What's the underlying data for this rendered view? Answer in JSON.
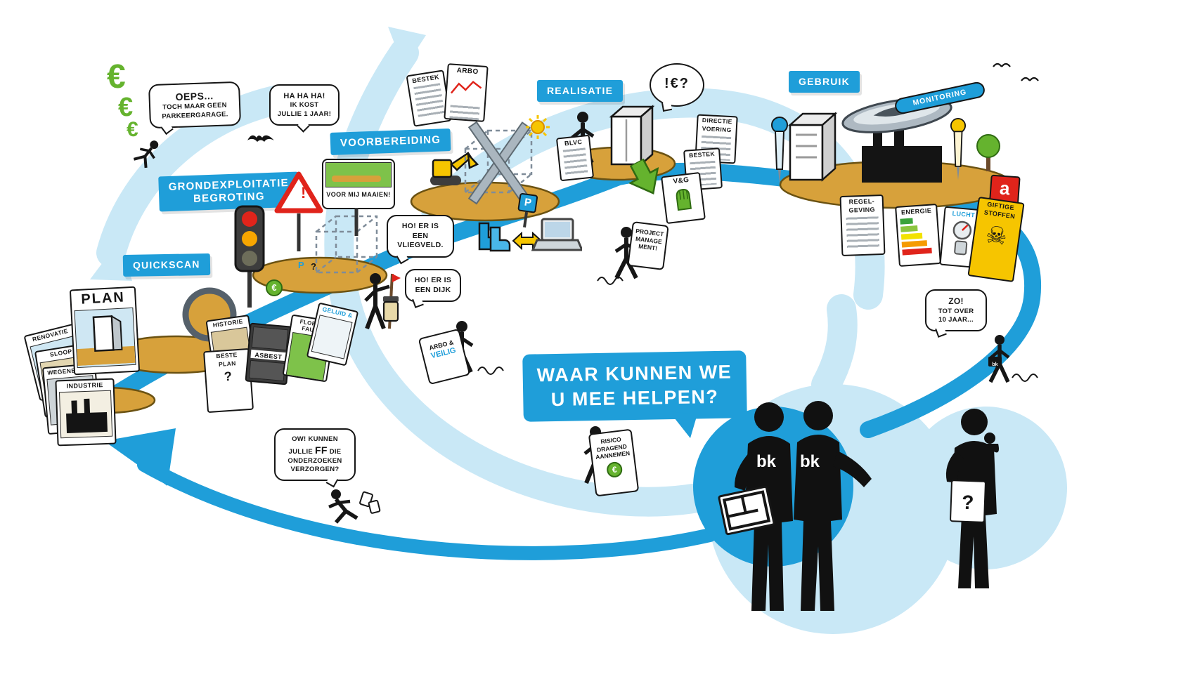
{
  "meta": {
    "title": "Projectcyclus illustratie"
  },
  "colors": {
    "blue": "#1f9ed9",
    "light_blue": "#c9e8f6",
    "sand": "#d7a13b",
    "green": "#65b32e",
    "red": "#e0241b",
    "yellow": "#f6c500"
  },
  "phases": {
    "quickscan": "QUICKSCAN",
    "grond_l1": "GRONDEXPLOITATIE",
    "grond_l2": "BEGROTING",
    "voorbereiding": "VOORBEREIDING",
    "realisatie": "REALISATIE",
    "gebruik": "GEBRUIK"
  },
  "question": {
    "l1": "WAAR KUNNEN WE",
    "l2": "U MEE HELPEN?"
  },
  "bubbles": {
    "oeps_t": "OEPS...",
    "oeps_b": "TOCH MAAR GEEN PARKEERGARAGE.",
    "haha_t": "HA HA HA!",
    "haha_b": "IK KOST JULLIE 1 JAAR!",
    "vlieg_1": "HO! ER IS EEN",
    "vlieg_2": "VLIEGVELD.",
    "dijk_1": "HO! ER IS",
    "dijk_2": "EEN DIJK",
    "kosten": "!€?",
    "ow_1": "OW! KUNNEN",
    "ow_2a": "JULLIE",
    "ow_ff": "FF",
    "ow_2b": "DIE",
    "ow_3": "ONDERZOEKEN",
    "ow_4": "VERZORGEN?",
    "zo_t": "ZO!",
    "zo_1": "TOT OVER",
    "zo_2": "10 JAAR..."
  },
  "signs": {
    "maaien": "VOOR MIJ MAAIEN!",
    "monitoring": "MONITORING",
    "pm_1": "PROJECT",
    "pm_2": "MANAGE",
    "pm_3": "MENT!",
    "arbo_1": "ARBO &",
    "arbo_2": "VEILIG",
    "risico_1": "RISICO",
    "risico_2": "DRAGEND",
    "risico_3": "AANNEMEN",
    "risico_euro": "€"
  },
  "plan": {
    "main": "PLAN",
    "card1": "RENOVATIE",
    "card2": "SLOOP",
    "card3": "WEGENBOUW",
    "card4": "INDUSTRIE"
  },
  "research": {
    "card1": "HISTORIE",
    "card2a": "BESTE",
    "card2b": "PLAN",
    "card2q": "?",
    "card3": "ASBEST",
    "card4": "FLORA & FAUNA",
    "card5": "GELUID &"
  },
  "docs": {
    "bestek_voorb": "BESTEK",
    "arbo_voorb": "ARBO",
    "blvc": "BLVC",
    "directie_1": "DIRECTIE",
    "directie_2": "VOERING",
    "bestek_real": "BESTEK",
    "vg": "V&G",
    "regel_1": "REGEL-",
    "regel_2": "GEVING",
    "energie": "ENERGIE",
    "lucht": "LUCHT",
    "gif_1": "GIFTIGE",
    "gif_2": "STOFFEN",
    "skull": "☠",
    "energy_a": "a"
  },
  "figures": {
    "bk_left": "bk",
    "bk_right": "bk",
    "bk_walker": "bk",
    "paper_q": "?"
  },
  "misc": {
    "euro_1": "€",
    "euro_2": "€",
    "euro_3": "€",
    "warning": "!",
    "parking": "P",
    "coin_euro": "€",
    "island_p": "P",
    "island_q": "?"
  }
}
